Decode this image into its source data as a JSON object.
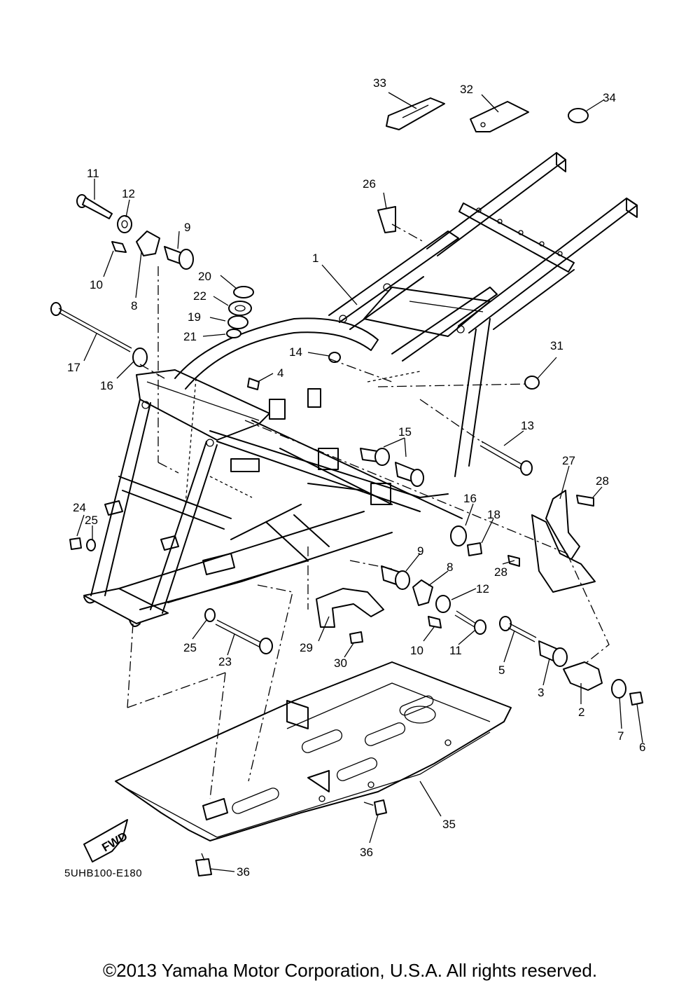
{
  "diagram_code": "5UHB100-E180",
  "copyright": "©2013 Yamaha Motor Corporation, U.S.A. All rights reserved.",
  "fwd_label": "FWD",
  "callouts": {
    "c1": "1",
    "c2": "2",
    "c3": "3",
    "c4": "4",
    "c5": "5",
    "c6": "6",
    "c7": "7",
    "c8a": "8",
    "c8b": "8",
    "c9a": "9",
    "c9b": "9",
    "c10a": "10",
    "c10b": "10",
    "c11a": "11",
    "c11b": "11",
    "c12a": "12",
    "c12b": "12",
    "c13": "13",
    "c14": "14",
    "c15": "15",
    "c16a": "16",
    "c16b": "16",
    "c17": "17",
    "c18": "18",
    "c19": "19",
    "c20": "20",
    "c21": "21",
    "c22": "22",
    "c23": "23",
    "c24": "24",
    "c25a": "25",
    "c25b": "25",
    "c26": "26",
    "c27": "27",
    "c28a": "28",
    "c28b": "28",
    "c29": "29",
    "c30": "30",
    "c31": "31",
    "c32": "32",
    "c33": "33",
    "c34": "34",
    "c35": "35",
    "c36a": "36",
    "c36b": "36"
  }
}
